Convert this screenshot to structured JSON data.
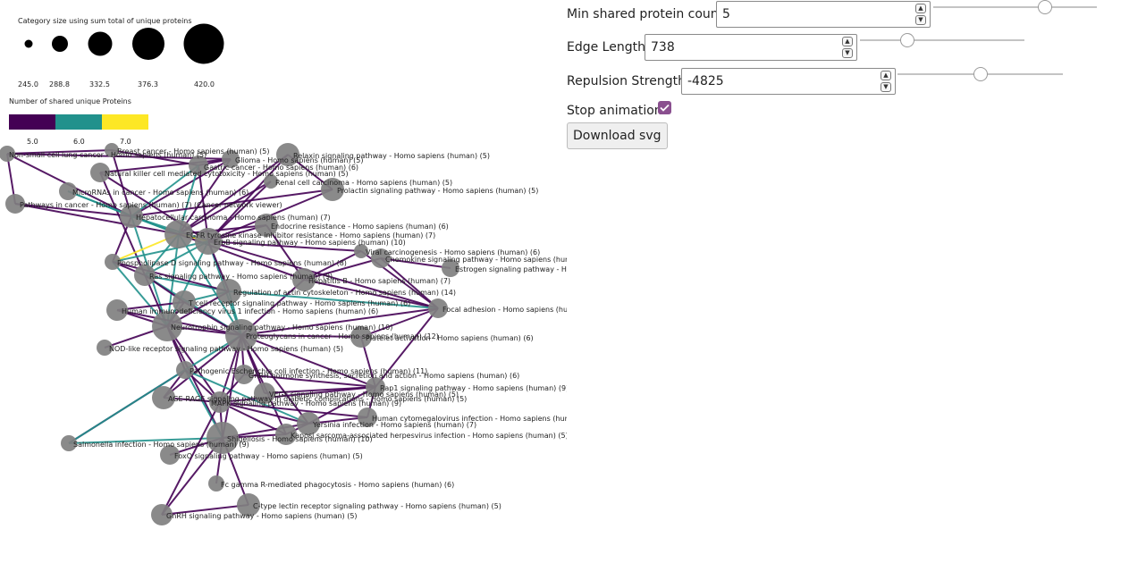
{
  "legend": {
    "size_title": "Category size using sum total of unique proteins",
    "size_values": [
      "245.0",
      "288.8",
      "332.5",
      "376.3",
      "420.0"
    ],
    "color_title": "Number of shared unique Proteins",
    "color_values": [
      "5.0",
      "6.0",
      "7.0"
    ],
    "colors": [
      "#440154",
      "#21918c",
      "#fde725"
    ]
  },
  "controls": {
    "min_shared": {
      "label": "Min shared protein count",
      "value": "5"
    },
    "edge_length": {
      "label": "Edge Length",
      "value": "738"
    },
    "repulsion": {
      "label": "Repulsion Strength",
      "value": "-4825"
    },
    "stop_animation": {
      "label": "Stop animation",
      "checked": true
    },
    "download_label": "Download svg"
  },
  "graph": {
    "edge_color_default": "#440154",
    "node_color": "#808080",
    "nodes": [
      {
        "id": "nsclc",
        "label": "Non-small cell lung cancer - Homo sapiens (human) (5)"
      },
      {
        "id": "breast",
        "label": "Breast cancer - Homo sapiens (human) (5)"
      },
      {
        "id": "relaxin",
        "label": "Relaxin signaling pathway - Homo sapiens (human) (5)"
      },
      {
        "id": "glioma",
        "label": "Glioma - Homo sapiens (human) (5)"
      },
      {
        "id": "gastric",
        "label": "Gastric cancer - Homo sapiens (human) (6)"
      },
      {
        "id": "nk",
        "label": "Natural killer cell mediated cytotoxicity - Homo sapiens (human) (5)"
      },
      {
        "id": "renal",
        "label": "Renal cell carcinoma - Homo sapiens (human) (5)"
      },
      {
        "id": "prolactin",
        "label": "Prolactin signaling pathway - Homo sapiens (human) (5)"
      },
      {
        "id": "mirna",
        "label": "MicroRNAs in cancer - Homo sapiens (human) (6)"
      },
      {
        "id": "pic",
        "label": "Pathways in cancer - Homo sapiens (human) (7) (Cancer network viewer)"
      },
      {
        "id": "hcc",
        "label": "Hepatocellular carcinoma - Homo sapiens (human) (7)"
      },
      {
        "id": "endocrine",
        "label": "Endocrine resistance - Homo sapiens (human) (6)"
      },
      {
        "id": "egfr",
        "label": "EGFR tyrosine kinase inhibitor resistance - Homo sapiens (human) (7)"
      },
      {
        "id": "erbb",
        "label": "ErbB signaling pathway - Homo sapiens (human) (10)"
      },
      {
        "id": "viral",
        "label": "Viral carcinogenesis - Homo sapiens (human) (6)"
      },
      {
        "id": "chemokine",
        "label": "Chemokine signaling pathway - Homo sapiens (hum"
      },
      {
        "id": "estrogen",
        "label": "Estrogen signaling pathway - Ho"
      },
      {
        "id": "pld",
        "label": "Phospholipase D signaling pathway - Homo sapiens (human) (8)"
      },
      {
        "id": "ras",
        "label": "Ras signaling pathway - Homo sapiens (human) (9)"
      },
      {
        "id": "hepb",
        "label": "Hepatitis B - Homo sapiens (human) (7)"
      },
      {
        "id": "actin",
        "label": "Regulation of actin cytoskeleton - Homo sapiens (human) (14)"
      },
      {
        "id": "tcell",
        "label": "T cell receptor signaling pathway - Homo sapiens (human) (6)"
      },
      {
        "id": "hiv",
        "label": "Human immunodeficiency virus 1 infection - Homo sapiens (human) (6)"
      },
      {
        "id": "focal",
        "label": "Focal adhesion - Homo sapiens (hum"
      },
      {
        "id": "neuro",
        "label": "Neurotrophin signaling pathway - Homo sapiens (human) (10)"
      },
      {
        "id": "proteo",
        "label": "Proteoglycans in cancer - Homo sapiens (human) (12)"
      },
      {
        "id": "platelet",
        "label": "Platelet activation - Homo sapiens (human) (6)"
      },
      {
        "id": "nod",
        "label": "NOD-like receptor signaling pathway - Homo sapiens (human) (5)"
      },
      {
        "id": "ecoli",
        "label": "Pathogenic Escherichia coli infection - Homo sapiens (human) (11)"
      },
      {
        "id": "gnrh_syn",
        "label": "GnRH hormone synthesis, secretion and action - Homo sapiens (human) (6)"
      },
      {
        "id": "rap1",
        "label": "Rap1 signaling pathway - Homo sapiens (human) (9)"
      },
      {
        "id": "age",
        "label": "AGE-RAGE signaling pathway in diabetic complications - Homo sapiens (human) (5)"
      },
      {
        "id": "vegf",
        "label": "VEGF signaling pathway - Homo sapiens (human) (5)"
      },
      {
        "id": "mapk",
        "label": "MAPK signaling pathway - Homo sapiens (human) (9)"
      },
      {
        "id": "hcmv",
        "label": "Human cytomegalovirus infection - Homo sapiens (hum"
      },
      {
        "id": "yersinia",
        "label": "Yersinia infection - Homo sapiens (human) (7)"
      },
      {
        "id": "kshv",
        "label": "Kaposi sarcoma-associated herpesvirus infection - Homo sapiens (human) (5)"
      },
      {
        "id": "salmonella",
        "label": "Salmonella infection - Homo sapiens (human) (9)"
      },
      {
        "id": "shigella",
        "label": "Shigellosis - Homo sapiens (human) (10)"
      },
      {
        "id": "foxo",
        "label": "FoxO signaling pathway - Homo sapiens (human) (5)"
      },
      {
        "id": "fcgamma",
        "label": "Fc gamma R-mediated phagocytosis - Homo sapiens (human) (6)"
      },
      {
        "id": "ctype",
        "label": "C-type lectin receptor signaling pathway - Homo sapiens (human) (5)"
      },
      {
        "id": "gnrh",
        "label": "GnRH signaling pathway - Homo sapiens (human) (5)"
      }
    ],
    "edges": [
      [
        "nsclc",
        "breast",
        5
      ],
      [
        "nsclc",
        "glioma",
        5
      ],
      [
        "nsclc",
        "pic",
        5
      ],
      [
        "nsclc",
        "hcc",
        5
      ],
      [
        "breast",
        "gastric",
        5
      ],
      [
        "breast",
        "hcc",
        5
      ],
      [
        "glioma",
        "gastric",
        5
      ],
      [
        "glioma",
        "hcc",
        5
      ],
      [
        "glioma",
        "egfr",
        5
      ],
      [
        "relaxin",
        "prolactin",
        5
      ],
      [
        "relaxin",
        "erbb",
        5
      ],
      [
        "relaxin",
        "egfr",
        5
      ],
      [
        "gastric",
        "erbb",
        5
      ],
      [
        "gastric",
        "egfr",
        6
      ],
      [
        "gastric",
        "hcc",
        6
      ],
      [
        "nk",
        "glioma",
        5
      ],
      [
        "nk",
        "erbb",
        5
      ],
      [
        "nk",
        "neuro",
        5
      ],
      [
        "renal",
        "erbb",
        5
      ],
      [
        "renal",
        "egfr",
        5
      ],
      [
        "prolactin",
        "erbb",
        5
      ],
      [
        "prolactin",
        "hcc",
        5
      ],
      [
        "mirna",
        "hcc",
        6
      ],
      [
        "mirna",
        "egfr",
        6
      ],
      [
        "pic",
        "hcc",
        5
      ],
      [
        "hcc",
        "egfr",
        6
      ],
      [
        "hcc",
        "erbb",
        6
      ],
      [
        "hcc",
        "pld",
        5
      ],
      [
        "hcc",
        "neuro",
        6
      ],
      [
        "endocrine",
        "erbb",
        5
      ],
      [
        "endocrine",
        "egfr",
        5
      ],
      [
        "endocrine",
        "hepb",
        5
      ],
      [
        "egfr",
        "erbb",
        7
      ],
      [
        "egfr",
        "pld",
        7
      ],
      [
        "egfr",
        "ras",
        6
      ],
      [
        "egfr",
        "neuro",
        6
      ],
      [
        "egfr",
        "proteo",
        6
      ],
      [
        "egfr",
        "hepb",
        5
      ],
      [
        "erbb",
        "pld",
        6
      ],
      [
        "erbb",
        "ras",
        6
      ],
      [
        "erbb",
        "proteo",
        6
      ],
      [
        "erbb",
        "neuro",
        6
      ],
      [
        "erbb",
        "actin",
        5
      ],
      [
        "erbb",
        "viral",
        5
      ],
      [
        "erbb",
        "focal",
        5
      ],
      [
        "viral",
        "hepb",
        5
      ],
      [
        "viral",
        "focal",
        5
      ],
      [
        "chemokine",
        "estrogen",
        5
      ],
      [
        "chemokine",
        "focal",
        5
      ],
      [
        "chemokine",
        "hepb",
        5
      ],
      [
        "pld",
        "ras",
        5
      ],
      [
        "pld",
        "neuro",
        6
      ],
      [
        "ras",
        "actin",
        6
      ],
      [
        "ras",
        "proteo",
        6
      ],
      [
        "ras",
        "tcell",
        5
      ],
      [
        "hepb",
        "proteo",
        5
      ],
      [
        "hepb",
        "focal",
        5
      ],
      [
        "actin",
        "focal",
        6
      ],
      [
        "actin",
        "proteo",
        6
      ],
      [
        "actin",
        "tcell",
        6
      ],
      [
        "actin",
        "neuro",
        5
      ],
      [
        "tcell",
        "hiv",
        5
      ],
      [
        "tcell",
        "neuro",
        5
      ],
      [
        "tcell",
        "proteo",
        5
      ],
      [
        "hiv",
        "neuro",
        5
      ],
      [
        "hiv",
        "proteo",
        5
      ],
      [
        "focal",
        "proteo",
        5
      ],
      [
        "focal",
        "rap1",
        5
      ],
      [
        "focal",
        "platelet",
        5
      ],
      [
        "neuro",
        "proteo",
        5
      ],
      [
        "neuro",
        "nod",
        5
      ],
      [
        "neuro",
        "ecoli",
        5
      ],
      [
        "neuro",
        "mapk",
        5
      ],
      [
        "neuro",
        "shigella",
        5
      ],
      [
        "proteo",
        "ecoli",
        6
      ],
      [
        "proteo",
        "platelet",
        5
      ],
      [
        "proteo",
        "rap1",
        5
      ],
      [
        "proteo",
        "gnrh_syn",
        5
      ],
      [
        "proteo",
        "mapk",
        5
      ],
      [
        "proteo",
        "vegf",
        5
      ],
      [
        "proteo",
        "age",
        5
      ],
      [
        "proteo",
        "shigella",
        5
      ],
      [
        "proteo",
        "kshv",
        5
      ],
      [
        "proteo",
        "yersinia",
        5
      ],
      [
        "platelet",
        "rap1",
        5
      ],
      [
        "ecoli",
        "shigella",
        6
      ],
      [
        "ecoli",
        "yersinia",
        6
      ],
      [
        "ecoli",
        "salmonella",
        5
      ],
      [
        "ecoli",
        "age",
        5
      ],
      [
        "ecoli",
        "mapk",
        5
      ],
      [
        "gnrh_syn",
        "mapk",
        5
      ],
      [
        "gnrh_syn",
        "rap1",
        5
      ],
      [
        "rap1",
        "mapk",
        5
      ],
      [
        "rap1",
        "vegf",
        5
      ],
      [
        "rap1",
        "yersinia",
        5
      ],
      [
        "rap1",
        "hcmv",
        5
      ],
      [
        "age",
        "mapk",
        5
      ],
      [
        "mapk",
        "shigella",
        5
      ],
      [
        "mapk",
        "yersinia",
        5
      ],
      [
        "mapk",
        "kshv",
        5
      ],
      [
        "mapk",
        "hcmv",
        5
      ],
      [
        "yersinia",
        "shigella",
        5
      ],
      [
        "yersinia",
        "kshv",
        5
      ],
      [
        "yersinia",
        "hcmv",
        5
      ],
      [
        "shigella",
        "salmonella",
        6
      ],
      [
        "shigella",
        "foxo",
        5
      ],
      [
        "shigella",
        "fcgamma",
        5
      ],
      [
        "shigella",
        "ctype",
        5
      ],
      [
        "shigella",
        "gnrh",
        5
      ],
      [
        "shigella",
        "kshv",
        5
      ],
      [
        "ctype",
        "gnrh",
        5
      ],
      [
        "gnrh",
        "mapk",
        5
      ],
      [
        "salmonella",
        "ecoli",
        6
      ],
      [
        "pic",
        "egfr",
        5
      ],
      [
        "pld",
        "actin",
        5
      ]
    ]
  }
}
